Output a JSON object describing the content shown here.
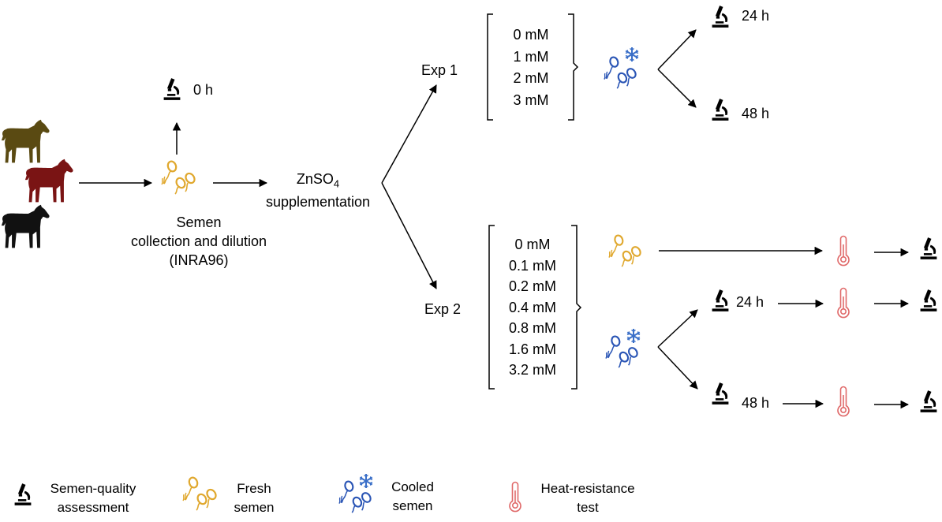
{
  "start": {
    "zero_h": "0 h",
    "semen_label": [
      "Semen",
      "collection and dilution",
      "(INRA96)"
    ],
    "supplementation": {
      "compound": "ZnSO",
      "subscript": "4",
      "word": "supplementation"
    }
  },
  "exp1": {
    "label": "Exp 1",
    "concentrations": [
      "0 mM",
      "1 mM",
      "2 mM",
      "3 mM"
    ],
    "timepoints": [
      "24 h",
      "48 h"
    ]
  },
  "exp2": {
    "label": "Exp 2",
    "concentrations": [
      "0 mM",
      "0.1 mM",
      "0.2 mM",
      "0.4 mM",
      "0.8 mM",
      "1.6 mM",
      "3.2 mM"
    ],
    "timepoints": [
      "24 h",
      "48 h"
    ]
  },
  "legend": {
    "quality": [
      "Semen-quality",
      "assessment"
    ],
    "fresh": [
      "Fresh",
      "semen"
    ],
    "cooled": [
      "Cooled",
      "semen"
    ],
    "heat": [
      "Heat-resistance",
      "test"
    ]
  },
  "colors": {
    "horse1": "#5a4a12",
    "horse2": "#7a1414",
    "horse3": "#111111",
    "fresh": "#e0a82e",
    "cooled": "#2a55b5",
    "snow": "#3a6fc8",
    "thermo": "#e06a6a"
  },
  "icons": [
    "horse-icon",
    "microscope-icon",
    "sperm-icon",
    "snowflake-icon",
    "thermometer-icon"
  ]
}
